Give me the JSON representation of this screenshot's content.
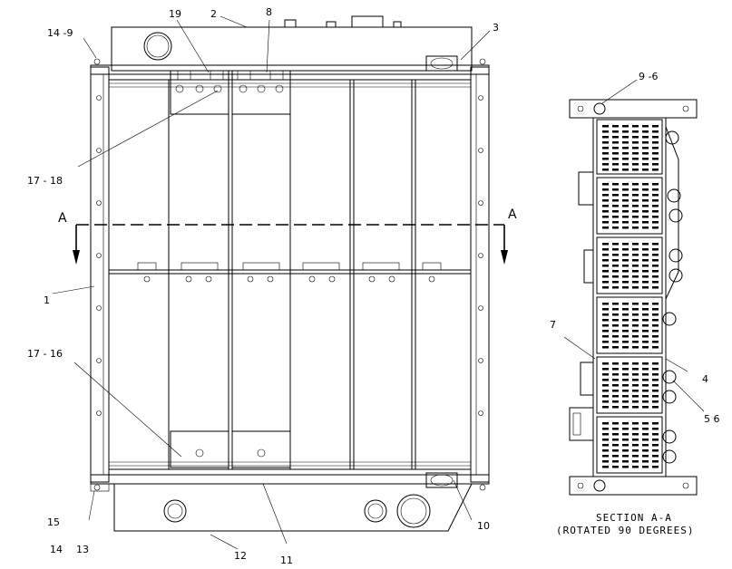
{
  "callouts": {
    "c14_9": "14 -9",
    "c19": "19",
    "c2": "2",
    "c8": "8",
    "c3": "3",
    "c17_18": "17 - 18",
    "cA_left": "A",
    "cA_right": "A",
    "c1": "1",
    "c17_16": "17 - 16",
    "c15": "15",
    "c14": "14",
    "c13": "13",
    "c12": "12",
    "c11": "11",
    "c10": "10",
    "c9_6": "9 -6",
    "c7": "7",
    "c4": "4",
    "c5_6": "5  6"
  },
  "section": {
    "title": "SECTION A-A",
    "subtitle": "(ROTATED 90 DEGREES)"
  }
}
